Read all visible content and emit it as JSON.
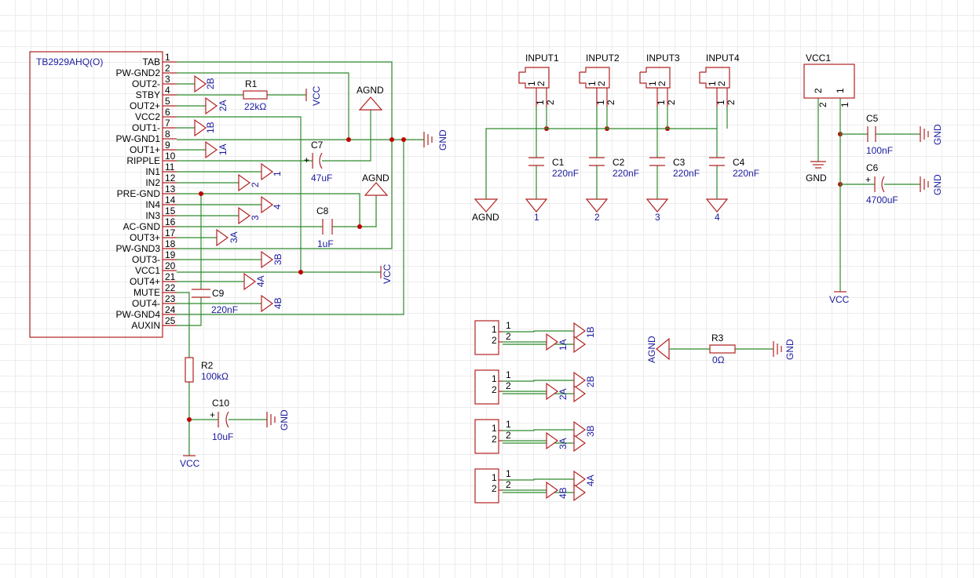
{
  "ic": {
    "name": "TB2929AHQ(O)",
    "pins": [
      {
        "name": "TAB",
        "num": "1"
      },
      {
        "name": "PW-GND2",
        "num": "2"
      },
      {
        "name": "OUT2-",
        "num": "3"
      },
      {
        "name": "STBY",
        "num": "4"
      },
      {
        "name": "OUT2+",
        "num": "5"
      },
      {
        "name": "VCC2",
        "num": "6"
      },
      {
        "name": "OUT1-",
        "num": "7"
      },
      {
        "name": "PW-GND1",
        "num": "8"
      },
      {
        "name": "OUT1+",
        "num": "9"
      },
      {
        "name": "RIPPLE",
        "num": "10"
      },
      {
        "name": "IN1",
        "num": "11"
      },
      {
        "name": "IN2",
        "num": "12"
      },
      {
        "name": "PRE-GND",
        "num": "13"
      },
      {
        "name": "IN4",
        "num": "14"
      },
      {
        "name": "IN3",
        "num": "15"
      },
      {
        "name": "AC-GND",
        "num": "16"
      },
      {
        "name": "OUT3+",
        "num": "17"
      },
      {
        "name": "PW-GND3",
        "num": "18"
      },
      {
        "name": "OUT3-",
        "num": "19"
      },
      {
        "name": "VCC1",
        "num": "20"
      },
      {
        "name": "OUT4+",
        "num": "21"
      },
      {
        "name": "MUTE",
        "num": "22"
      },
      {
        "name": "OUT4-",
        "num": "23"
      },
      {
        "name": "PW-GND4",
        "num": "24"
      },
      {
        "name": "AUXIN",
        "num": "25"
      }
    ]
  },
  "ic_flags": {
    "out2m": "2B",
    "out2p": "2A",
    "out1m": "1B",
    "out1p": "1A",
    "in1": "1",
    "in2": "2",
    "in4": "4",
    "in3": "3",
    "out3p": "3A",
    "out3m": "3B",
    "out4p": "4A",
    "out4m": "4B"
  },
  "power": {
    "vcc": "VCC",
    "gnd": "GND",
    "agnd": "AGND"
  },
  "components": {
    "r1": {
      "ref": "R1",
      "value": "22kΩ"
    },
    "r2": {
      "ref": "R2",
      "value": "100kΩ"
    },
    "r3": {
      "ref": "R3",
      "value": "0Ω"
    },
    "c1": {
      "ref": "C1",
      "value": "220nF"
    },
    "c2": {
      "ref": "C2",
      "value": "220nF"
    },
    "c3": {
      "ref": "C3",
      "value": "220nF"
    },
    "c4": {
      "ref": "C4",
      "value": "220nF"
    },
    "c5": {
      "ref": "C5",
      "value": "100nF"
    },
    "c6": {
      "ref": "C6",
      "value": "4700uF"
    },
    "c7": {
      "ref": "C7",
      "value": "47uF"
    },
    "c8": {
      "ref": "C8",
      "value": "1uF"
    },
    "c9": {
      "ref": "C9",
      "value": "220nF"
    },
    "c10": {
      "ref": "C10",
      "value": "10uF"
    }
  },
  "inputs": [
    {
      "ref": "INPUT1",
      "flag": "1",
      "p1": "1",
      "p2": "2"
    },
    {
      "ref": "INPUT2",
      "flag": "2",
      "p1": "1",
      "p2": "2"
    },
    {
      "ref": "INPUT3",
      "flag": "3",
      "p1": "1",
      "p2": "2"
    },
    {
      "ref": "INPUT4",
      "flag": "4",
      "p1": "1",
      "p2": "2"
    }
  ],
  "vcc_conn": {
    "ref": "VCC1",
    "p1": "1",
    "p2": "2"
  },
  "speakers": [
    {
      "p1": "1",
      "p2": "2",
      "flag_top": "1B",
      "flag_bot": "1A"
    },
    {
      "p1": "1",
      "p2": "2",
      "flag_top": "2B",
      "flag_bot": "2A"
    },
    {
      "p1": "1",
      "p2": "2",
      "flag_top": "3B",
      "flag_bot": "3A"
    },
    {
      "p1": "1",
      "p2": "2",
      "flag_top": "4A",
      "flag_bot": "4B"
    }
  ],
  "plus_sign": "+",
  "colors": {
    "wire": "#2e8b2e",
    "symbol": "#b22222",
    "label": "#1a1aa0",
    "junction": "#c00000"
  }
}
